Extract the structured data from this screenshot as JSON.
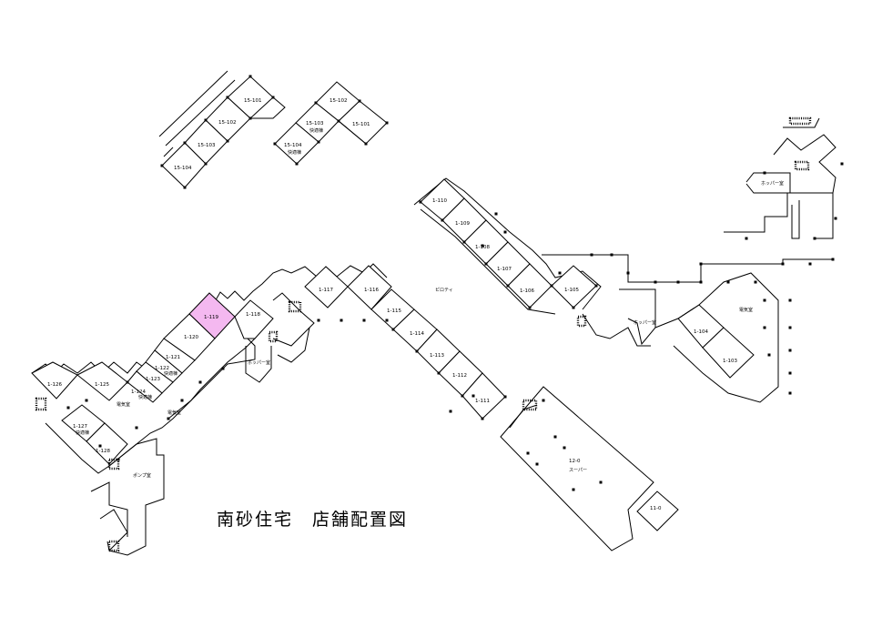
{
  "title": "南砂住宅　店舗配置図",
  "highlight_color": "#f4b8f0",
  "highlighted_unit": "1-119",
  "units": {
    "u15_101a": "15-101",
    "u15_102a": "15-102",
    "u15_103a": "15-103",
    "u15_104a": "15-104",
    "u15_101b": "15-101",
    "u15_102b": "15-102",
    "u15_103b": "15-103",
    "u15_104b": "15-104",
    "u1_110": "1-110",
    "u1_109": "1-109",
    "u1_108": "1-108",
    "u1_107": "1-107",
    "u1_106": "1-106",
    "u1_105": "1-105",
    "u1_104": "1-104",
    "u1_103": "1-103",
    "u1_117": "1-117",
    "u1_116": "1-116",
    "u1_115": "1-115",
    "u1_114": "1-114",
    "u1_113": "1-113",
    "u1_112": "1-112",
    "u1_111": "1-111",
    "u1_118": "1-118",
    "u1_119": "1-119",
    "u1_120": "1-120",
    "u1_121": "1-121",
    "u1_122": "1-122",
    "u1_123": "1-123",
    "u1_124": "1-124",
    "u1_125": "1-125",
    "u1_126": "1-126",
    "u1_127": "1-127",
    "u1_128": "1-128",
    "u12_0": "12-0",
    "u11_0": "11-0"
  },
  "rooms": {
    "hopper_ne": "ホッパー室",
    "hopper_mid": "ホッパー室",
    "hopper_w": "ホッパー室",
    "denki_e": "電気室",
    "denki_w1": "電気室",
    "denki_w2": "電気室",
    "pump": "ポンプ室",
    "piloti": "ピロティ",
    "super": "スーパー",
    "shower_15a": "快適棟",
    "shower_15b": "快適棟",
    "shower_122": "快適棟",
    "shower_124": "快適棟",
    "shower_127": "快適棟"
  }
}
